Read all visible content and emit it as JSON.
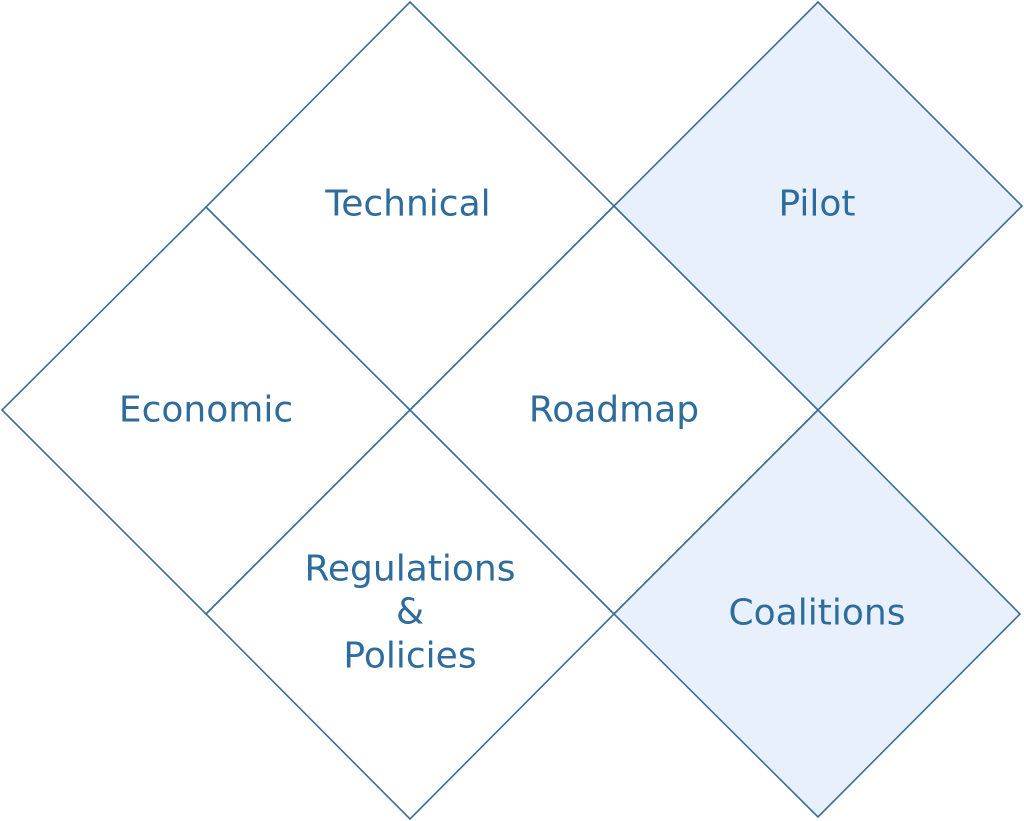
{
  "colors": {
    "stroke": "#3a6d9a",
    "text": "#2f6c9e",
    "accent_fill": "#e8f0fb",
    "plain_fill": "#ffffff"
  },
  "tiles": {
    "technical": {
      "label": "Technical",
      "highlighted": false
    },
    "pilot": {
      "label": "Pilot",
      "highlighted": true
    },
    "economic": {
      "label": "Economic",
      "highlighted": false
    },
    "roadmap": {
      "label": "Roadmap",
      "highlighted": false
    },
    "regulations": {
      "label_lines": [
        "Regulations",
        "&",
        "Policies"
      ],
      "highlighted": false
    },
    "coalitions": {
      "label": "Coalitions",
      "highlighted": true
    }
  }
}
